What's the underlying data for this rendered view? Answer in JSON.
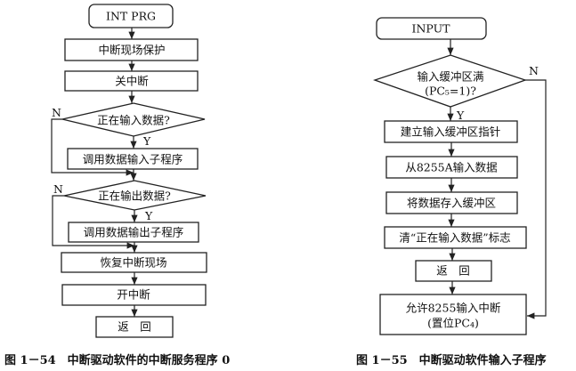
{
  "left": {
    "start": "INT PRG",
    "steps": [
      "中断现场保护",
      "关中断"
    ],
    "decision1": "正在输入数据?",
    "call_input": "调用数据输入子程序",
    "decision2": "正在输出数据?",
    "call_output": "调用数据输出子程序",
    "restore": "恢复中断现场",
    "enable": "开中断",
    "ret": "返　回",
    "yes": "Y",
    "no": "N",
    "caption": "图 1－54　中断驱动软件的中断服务程序 0"
  },
  "right": {
    "start": "INPUT",
    "decision_line1": "输入缓冲区满",
    "decision_line2": "(PC₅=1)?",
    "steps": [
      "建立输入缓冲区指针",
      "从8255A输入数据",
      "将数据存入缓冲区",
      "清“正在输入数据”标志"
    ],
    "ret": "返　回",
    "final_line1": "允许8255输入中断",
    "final_line2": "(置位PC₄)",
    "yes": "Y",
    "no": "N",
    "caption": "图 1－55　中断驱动软件输入子程序"
  }
}
